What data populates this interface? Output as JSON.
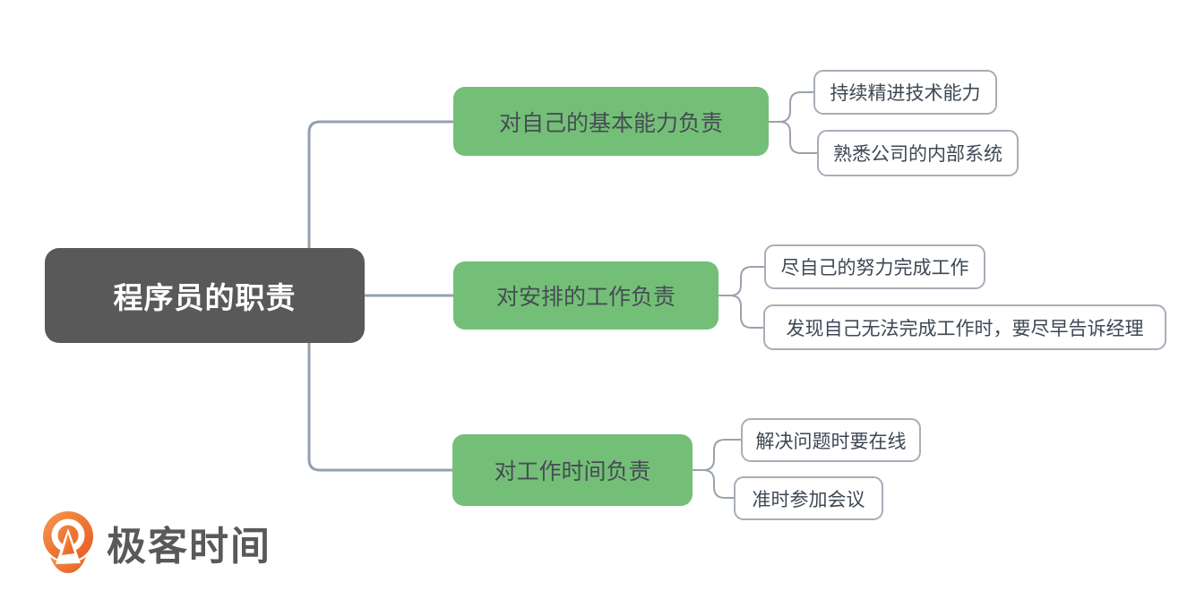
{
  "root": {
    "label": "程序员的职责"
  },
  "branches": [
    {
      "label": "对自己的基本能力负责",
      "children": [
        {
          "label": "持续精进技术能力"
        },
        {
          "label": "熟悉公司的内部系统"
        }
      ]
    },
    {
      "label": "对安排的工作负责",
      "children": [
        {
          "label": "尽自己的努力完成工作"
        },
        {
          "label": "发现自己无法完成工作时，要尽早告诉经理"
        }
      ]
    },
    {
      "label": "对工作时间负责",
      "children": [
        {
          "label": "解决问题时要在线"
        },
        {
          "label": "准时参加会议"
        }
      ]
    }
  ],
  "logo": {
    "text": "极客时间",
    "icon": "geektime-pin-icon"
  },
  "colors": {
    "root_fill": "#595959",
    "root_text": "#ffffff",
    "branch_fill": "#74bf77",
    "branch_text": "#454c54",
    "leaf_border": "#a8aeb8",
    "leaf_text": "#3d4854",
    "connector": "#93a0ae",
    "logo_orange": "#ee7634",
    "logo_text": "#595959"
  }
}
